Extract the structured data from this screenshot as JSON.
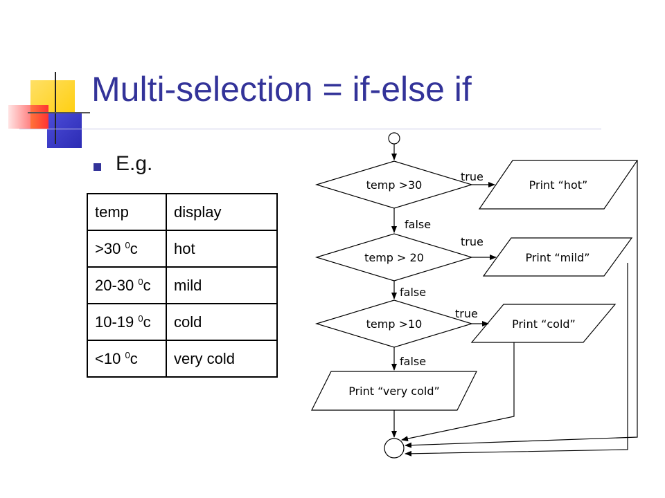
{
  "title": "Multi-selection = if-else if",
  "bullet": "E.g.",
  "table": {
    "headers": [
      "temp",
      "display"
    ],
    "rows": [
      {
        "temp": ">30",
        "unit": "0",
        "c": "c",
        "display": "hot"
      },
      {
        "temp": "20-30",
        "unit": "0",
        "c": "c",
        "display": "mild"
      },
      {
        "temp": "10-19",
        "unit": "0",
        "c": "c",
        "display": "cold"
      },
      {
        "temp": "<10",
        "unit": "0",
        "c": "c",
        "display": "very cold"
      }
    ]
  },
  "flowchart": {
    "decisions": [
      "temp >30",
      "temp > 20",
      "temp >10"
    ],
    "outputs": [
      "Print “hot”",
      "Print “mild”",
      "Print “cold”",
      "Print “very cold”"
    ],
    "true_label": "true",
    "false_label": "false"
  },
  "colors": {
    "title": "#333399",
    "deco_yellow": "#ffcc00",
    "deco_blue": "#3333cc",
    "deco_red": "#ff3333"
  }
}
